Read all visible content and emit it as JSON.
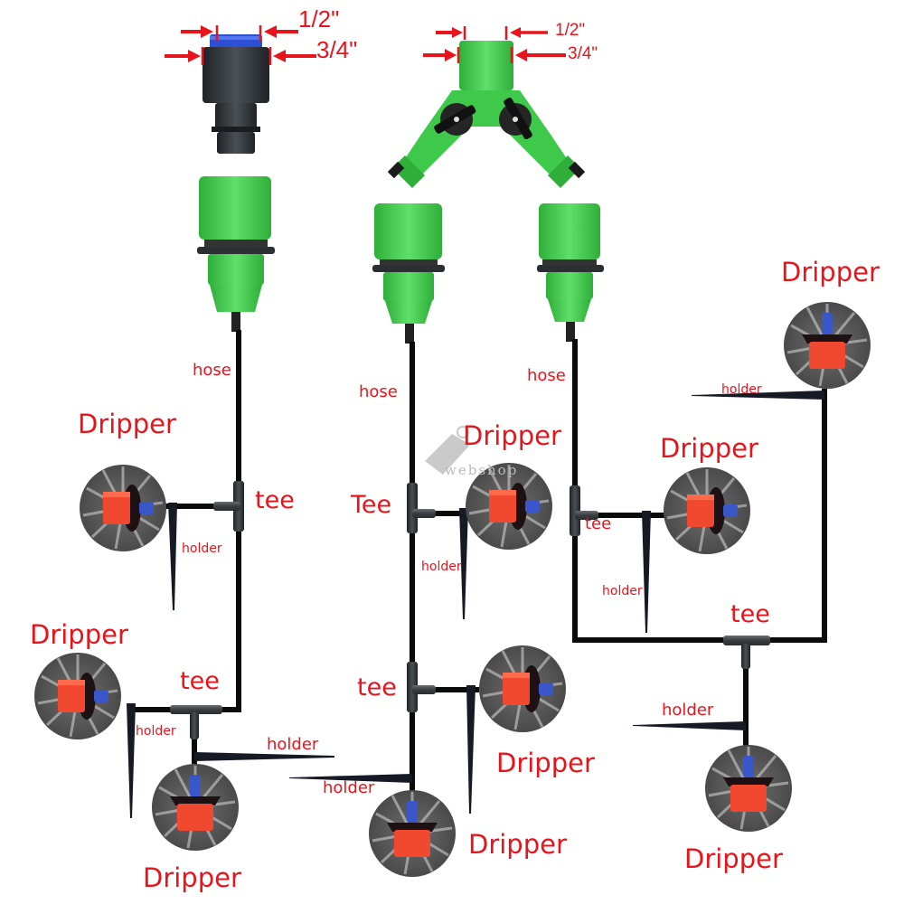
{
  "colors": {
    "label": "#e8141c",
    "hose": "#0b0b0b",
    "connector_green": "#3fc94a",
    "connector_dark_green": "#2a9b34",
    "cap_blue": "#2c4fd6",
    "body_dark": "#2f3437",
    "dripper_red": "#f0492f",
    "dripper_bg": "#5b5b5b",
    "tee_grey": "#4a4d50"
  },
  "icons": {
    "faucet_adapter": "faucet-adapter-icon",
    "y_splitter": "y-splitter-valve-icon",
    "quick_connector": "quick-connector-icon",
    "dripper": "dripper-icon",
    "tee": "tee-connector-icon",
    "holder": "holder-stake-icon",
    "watermark": "shop-tag-watermark-icon"
  },
  "dimensions": {
    "left": {
      "inner": "1/2\"",
      "outer": "3/4\""
    },
    "right": {
      "inner": "1/2\"",
      "outer": "3/4\""
    }
  },
  "labels": {
    "hose_left": "hose",
    "hose_mid": "hose",
    "hose_right": "hose",
    "dripper_left_top": "Dripper",
    "tee_left_top": "tee",
    "holder_left_top": "holder",
    "dripper_left_mid": "Dripper",
    "tee_left_bottom": "tee",
    "holder_left_bottom": "holder",
    "holder_bottom_1": "holder",
    "holder_bottom_2": "holder",
    "dripper_left_bottom": "Dripper",
    "dripper_mid_top": "Dripper",
    "tee_mid_top": "Tee",
    "holder_mid_top": "holder",
    "tee_mid_bottom": "tee",
    "dripper_mid_right": "Dripper",
    "dripper_mid_bottom": "Dripper",
    "dripper_right_mid": "Dripper",
    "tee_right_mid": "tee",
    "holder_right_mid": "holder",
    "dripper_far_right": "Dripper",
    "holder_far_right": "holder",
    "tee_right_bottom": "tee",
    "holder_right_bottom": "holder",
    "dripper_right_bottom": "Dripper"
  },
  "watermark": {
    "text": "webshop"
  }
}
